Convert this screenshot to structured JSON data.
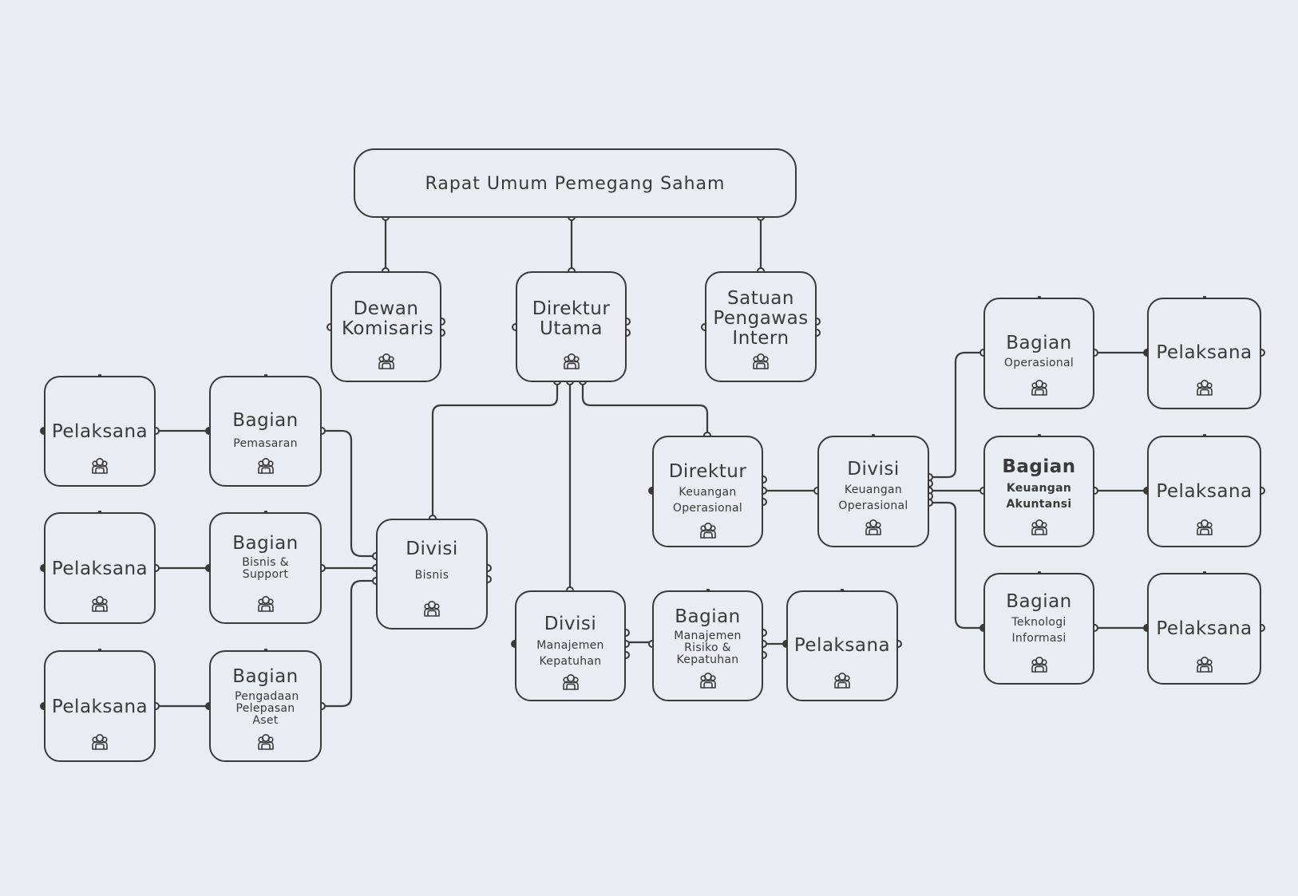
{
  "colors": {
    "background": "#e9ecf0",
    "stroke": "#3a3a3a"
  },
  "nodes": {
    "rups": {
      "title": "Rapat Umum Pemegang Saham"
    },
    "dewan": {
      "title": "Dewan Komisaris"
    },
    "dirut": {
      "title": "Direktur Utama"
    },
    "spi": {
      "title": "Satuan Pengawas Intern"
    },
    "divisi_bisnis": {
      "title": "Divisi",
      "subtitle": "Bisnis"
    },
    "bagian_pemasaran": {
      "title": "Bagian",
      "subtitle": "Pemasaran"
    },
    "bagian_bisnis_support": {
      "title": "Bagian",
      "subtitle": "Bisnis & Support"
    },
    "bagian_pengadaan": {
      "title": "Bagian",
      "subtitle": "Pengadaan Pelepasan Aset"
    },
    "pelaksana_pemasaran": {
      "title": "Pelaksana"
    },
    "pelaksana_bisnis_support": {
      "title": "Pelaksana"
    },
    "pelaksana_pengadaan": {
      "title": "Pelaksana"
    },
    "divisi_mk": {
      "title": "Divisi",
      "subtitle": "Manajemen Kepatuhan"
    },
    "bagian_mrk": {
      "title": "Bagian",
      "subtitle": "Manajemen Risiko & Kepatuhan"
    },
    "pelaksana_mrk": {
      "title": "Pelaksana"
    },
    "direktur_ko": {
      "title": "Direktur",
      "subtitle": "Keuangan Operasional"
    },
    "divisi_ko": {
      "title": "Divisi",
      "subtitle": "Keuangan Operasional"
    },
    "bagian_operasional": {
      "title": "Bagian",
      "subtitle": "Operasional"
    },
    "bagian_akuntansi": {
      "title": "Bagian",
      "subtitle": "Keuangan Akuntansi"
    },
    "bagian_ti": {
      "title": "Bagian",
      "subtitle": "Teknologi Informasi"
    },
    "pelaksana_operasional": {
      "title": "Pelaksana"
    },
    "pelaksana_akuntansi": {
      "title": "Pelaksana"
    },
    "pelaksana_ti": {
      "title": "Pelaksana"
    }
  },
  "icons": {
    "node_icon": "people-group-icon"
  }
}
